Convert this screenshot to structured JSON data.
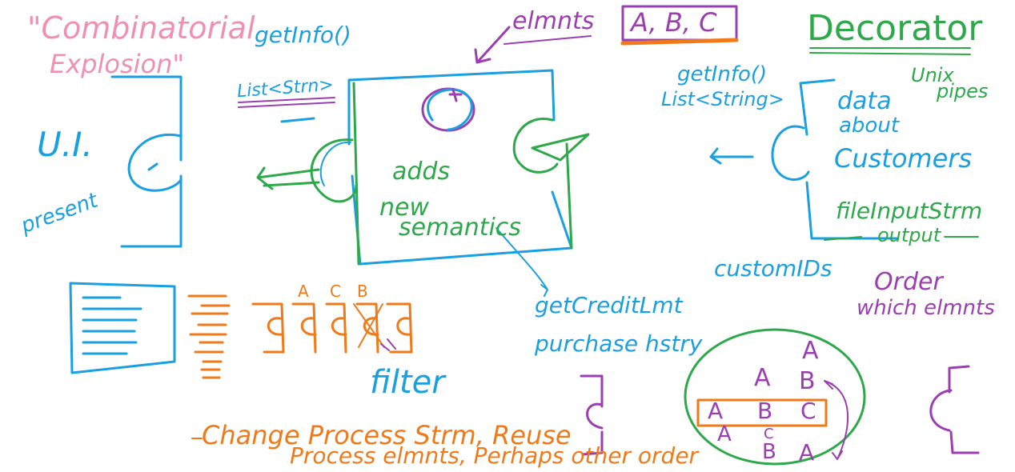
{
  "colors": {
    "pink": "#f08fb4",
    "blue": "#1aa0e0",
    "green": "#2da84a",
    "purple": "#9b3fb0",
    "orange": "#f07a1a"
  },
  "title": {
    "line1": "\"Combinatorial",
    "line2": "Explosion\""
  },
  "left": {
    "ui": "U.I.",
    "present": "present"
  },
  "center": {
    "getinfo": "getInfo()",
    "list": "List<Strn>",
    "elements": "elmnts",
    "abc": "A, B, C",
    "adds": "adds",
    "new": "new",
    "semantics": "semantics",
    "credit1": "getCreditLmt",
    "credit2": "purchase hstry"
  },
  "right": {
    "decorator": "Decorator",
    "unix1": "Unix",
    "unix2": "pipes",
    "getinfo": "getInfo()",
    "list": "List<String>",
    "data1": "data",
    "data2": "about",
    "data3": "Customers",
    "file": "fileInputStrm",
    "output": "output",
    "custom": "customIDs",
    "order1": "Order",
    "order2": "which elmnts"
  },
  "bottom": {
    "filter": "filter",
    "chain_labels": [
      "A",
      "C",
      "B"
    ],
    "oval_letters": [
      "A",
      "A",
      "B",
      "A",
      "B",
      "C",
      "A",
      "C",
      "B",
      "A"
    ],
    "line1": "Change Process Strm, Reuse",
    "line2": "Process elmnts, Perhaps other order"
  }
}
